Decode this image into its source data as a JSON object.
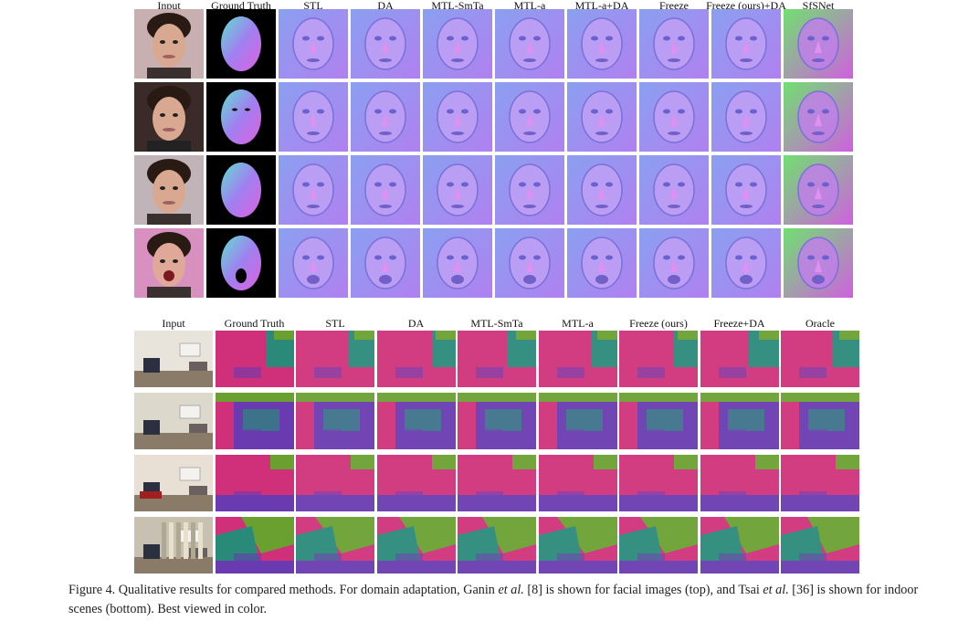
{
  "faces": {
    "columns": [
      "Input",
      "Ground Truth",
      "STL",
      "DA",
      "MTL-SmTa",
      "MTL-a",
      "MTL-a+DA",
      "Freeze",
      "Freeze (ours)+DA",
      "SfSNet"
    ],
    "rows": 4
  },
  "scenes": {
    "columns": [
      "Input",
      "Ground Truth",
      "STL",
      "DA",
      "MTL-SmTa",
      "MTL-a",
      "Freeze (ours)",
      "Freeze+DA",
      "Oracle"
    ],
    "rows": 4
  },
  "caption": {
    "p1": "Figure 4. Qualitative results for compared methods. For domain adaptation, Ganin ",
    "i1": "et al.",
    "p2": " [8] is shown for facial images (top), and Tsai ",
    "i2": "et al.",
    "p3": " [36] is shown for indoor scenes (bottom). Best viewed in color."
  },
  "colors": {
    "normal_face_bg": "#9a8cf0",
    "face_skin": "#c8a090",
    "gt_bg": "#000000",
    "scene_magenta": "#d0307a",
    "scene_teal": "#2a8a7a",
    "scene_green": "#6aa030",
    "scene_purple": "#6a3ab0"
  }
}
